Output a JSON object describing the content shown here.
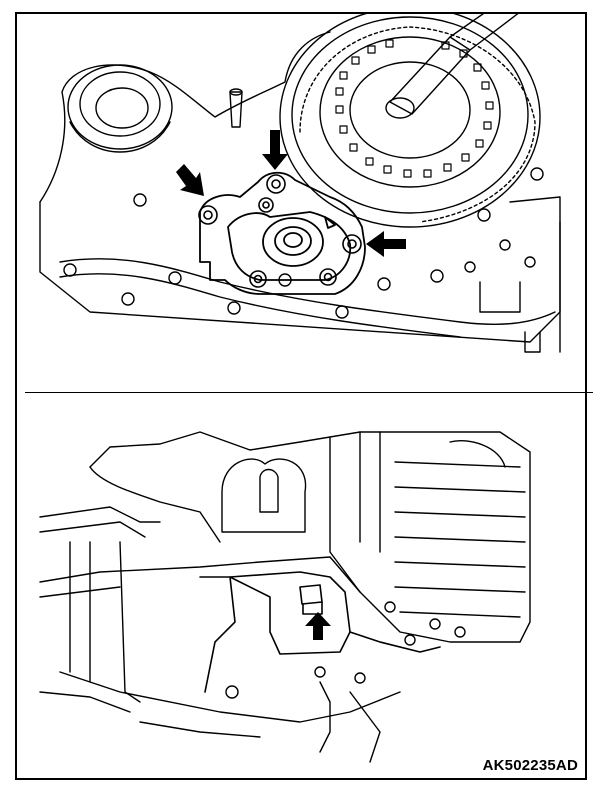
{
  "figure": {
    "code": "AK502235AD",
    "panels": [
      {
        "name": "top-view",
        "arrow_count": 3
      },
      {
        "name": "bottom-view",
        "arrow_count": 1
      }
    ],
    "colors": {
      "line": "#000000",
      "background": "#ffffff"
    }
  }
}
